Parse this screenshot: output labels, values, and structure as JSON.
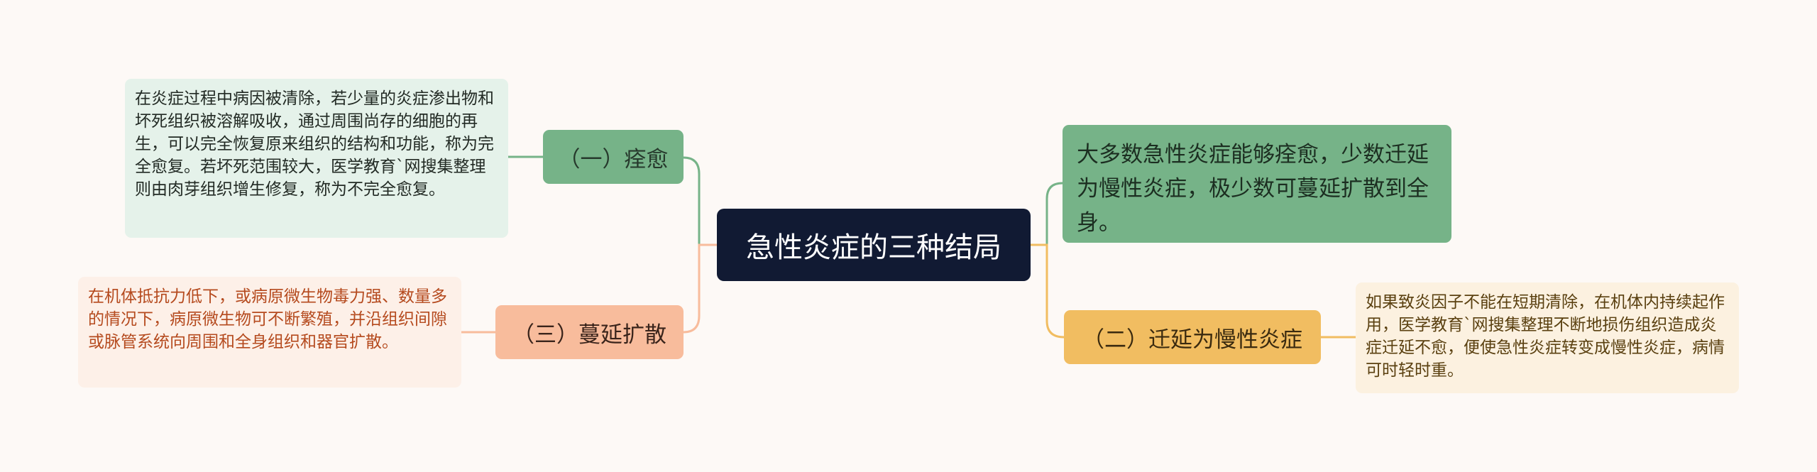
{
  "root": {
    "label": "急性炎症的三种结局"
  },
  "summary": {
    "text": "大多数急性炎症能够痊愈，少数迁延为慢性炎症，极少数可蔓延扩散到全身。"
  },
  "branches": {
    "cure": {
      "label": "（一）痊愈",
      "note": "在炎症过程中病因被清除，若少量的炎症渗出物和坏死组织被溶解吸收，通过周围尚存的细胞的再生，可以完全恢复原来组织的结构和功能，称为完全愈复。若坏死范围较大，医学教育`网搜集整理则由肉芽组织增生修复，称为不完全愈复。"
    },
    "spread": {
      "label": "（三）蔓延扩散",
      "note": "在机体抵抗力低下，或病原微生物毒力强、数量多的情况下，病原微生物可不断繁殖，并沿组织间隙或脉管系统向周围和全身组织和器官扩散。"
    },
    "chronic": {
      "label": "（二）迁延为慢性炎症",
      "note": "如果致炎因子不能在短期清除，在机体内持续起作用，医学教育`网搜集整理不断地损伤组织造成炎症迁延不愈，便使急性炎症转变成慢性炎症，病情可时轻时重。"
    }
  },
  "colors": {
    "background": "#fdf9f6",
    "root": "#111a33",
    "green": "#76b388",
    "orange": "#f8bc9c",
    "yellow": "#f1bd61"
  }
}
